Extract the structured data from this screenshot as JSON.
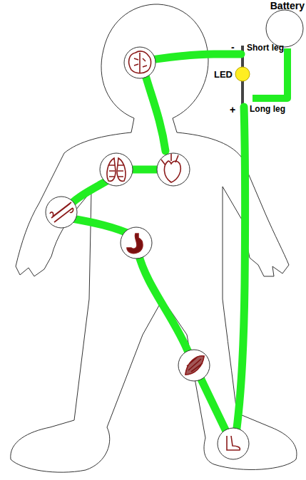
{
  "diagram": {
    "nodes": [
      {
        "text": [
          "Battery"
        ]
      },
      {
        "text": [
          "LED"
        ]
      }
    ],
    "edges": [
      {
        "from": 0,
        "to": 1,
        "arrow": "none"
      }
    ],
    "labels": [
      "-",
      "Short leg",
      "+",
      "Long leg"
    ]
  }
}
